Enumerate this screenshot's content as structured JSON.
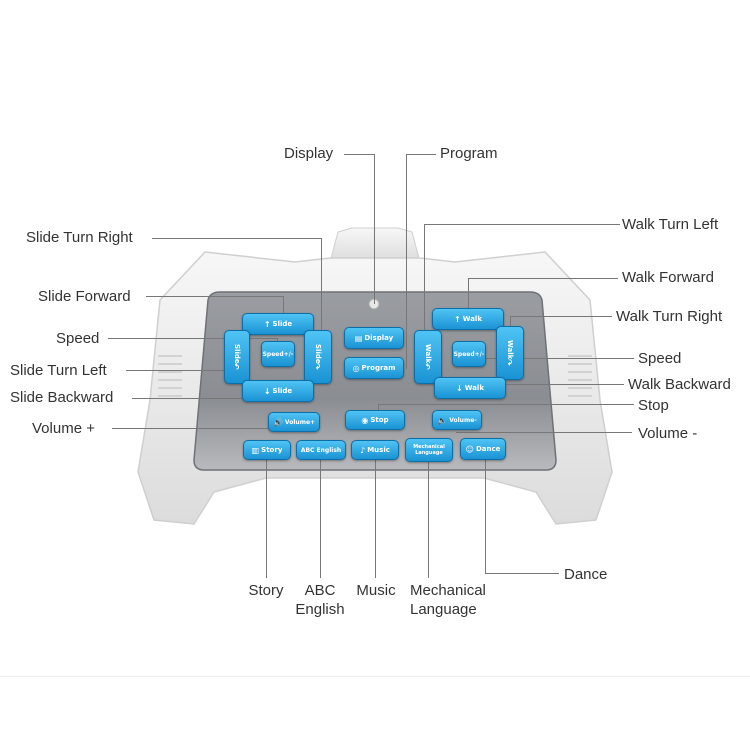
{
  "labels": {
    "display": "Display",
    "program": "Program",
    "slide_turn_right": "Slide Turn Right",
    "walk_turn_left": "Walk Turn Left",
    "slide_forward": "Slide Forward",
    "walk_forward": "Walk Forward",
    "walk_turn_right": "Walk Turn Right",
    "speed_left": "Speed",
    "speed_right": "Speed",
    "slide_turn_left": "Slide Turn Left",
    "walk_backward": "Walk Backward",
    "slide_backward": "Slide Backward",
    "stop": "Stop",
    "volume_plus": "Volume +",
    "volume_minus": "Volume -",
    "story": "Story",
    "abc_english_1": "ABC",
    "abc_english_2": "English",
    "music": "Music",
    "mechanical_1": "Mechanical",
    "mechanical_2": "Language",
    "dance": "Dance"
  },
  "buttons": {
    "slide_up": "Slide",
    "slide_left": "Slide",
    "slide_right": "Slide",
    "slide_down": "Slide",
    "speed_left": "Speed+/-",
    "display": "Display",
    "program": "Program",
    "walk_up": "Walk",
    "walk_left": "Walk",
    "walk_right": "Walk",
    "walk_down": "Walk",
    "speed_right": "Speed+/-",
    "volume_plus": "Volume+",
    "stop": "Stop",
    "volume_minus": "Volume-",
    "story": "Story",
    "abc_english": "ABC English",
    "music": "Music",
    "mechanical_1": "Mechanical",
    "mechanical_2": "Language",
    "dance": "Dance"
  },
  "colors": {
    "button": "#2aa7e6",
    "panel": "#8e9196",
    "housing": "#ececec",
    "leader": "#777777"
  },
  "icons": {
    "up_arrow": "arrow-up-icon",
    "down_arrow": "arrow-down-icon",
    "turn_left": "turn-left-icon",
    "turn_right": "turn-right-icon",
    "display": "display-icon",
    "program": "program-icon",
    "speaker": "speaker-icon",
    "stop": "stop-icon",
    "book": "book-icon",
    "music_note": "music-note-icon",
    "wave": "wave-icon",
    "dancer": "dancer-icon"
  }
}
